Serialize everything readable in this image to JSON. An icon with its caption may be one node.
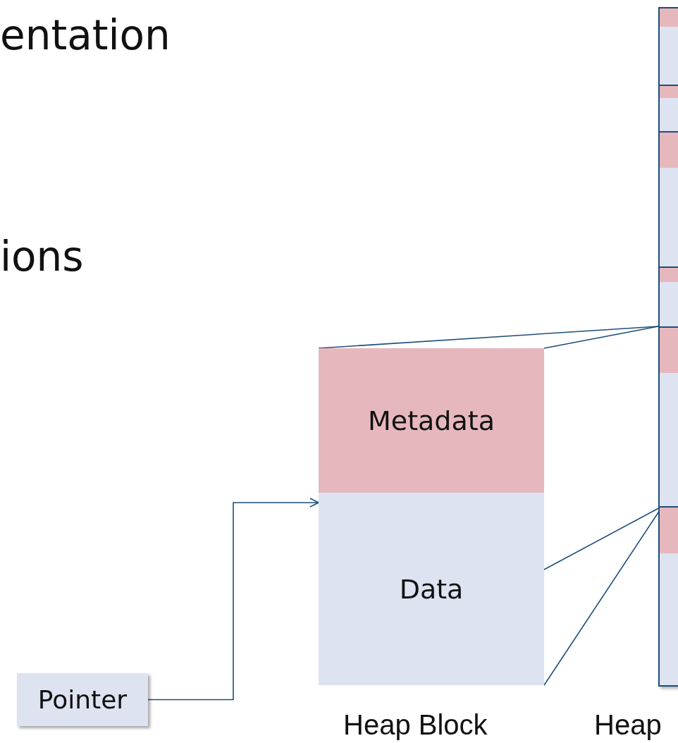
{
  "diagram": {
    "nodes": [
      {
        "text": [
          "Heap Block"
        ]
      },
      {
        "text": [
          "Metadata"
        ],
        "in": 0
      },
      {
        "text": [
          "Data"
        ],
        "in": 0
      },
      {
        "text": [
          "Pointer"
        ]
      },
      {
        "text": [
          "Heap"
        ]
      },
      {
        "text": [],
        "shape": "box",
        "in": 4
      },
      {
        "text": [],
        "shape": "box",
        "in": 4
      },
      {
        "text": [],
        "shape": "box",
        "in": 4
      },
      {
        "text": [],
        "shape": "box",
        "in": 4
      },
      {
        "text": [],
        "shape": "box",
        "in": 4
      },
      {
        "text": [],
        "shape": "box",
        "in": 4
      }
    ],
    "edges": [
      {
        "from": 3,
        "to": 2,
        "arrow": "to"
      },
      {
        "from": 1,
        "to": 9,
        "arrow": "none"
      },
      {
        "from": 1,
        "to": 9,
        "arrow": "none"
      },
      {
        "from": 2,
        "to": 9,
        "arrow": "none"
      },
      {
        "from": 2,
        "to": 9,
        "arrow": "none"
      }
    ],
    "labels": [
      "entation",
      "ions"
    ]
  }
}
